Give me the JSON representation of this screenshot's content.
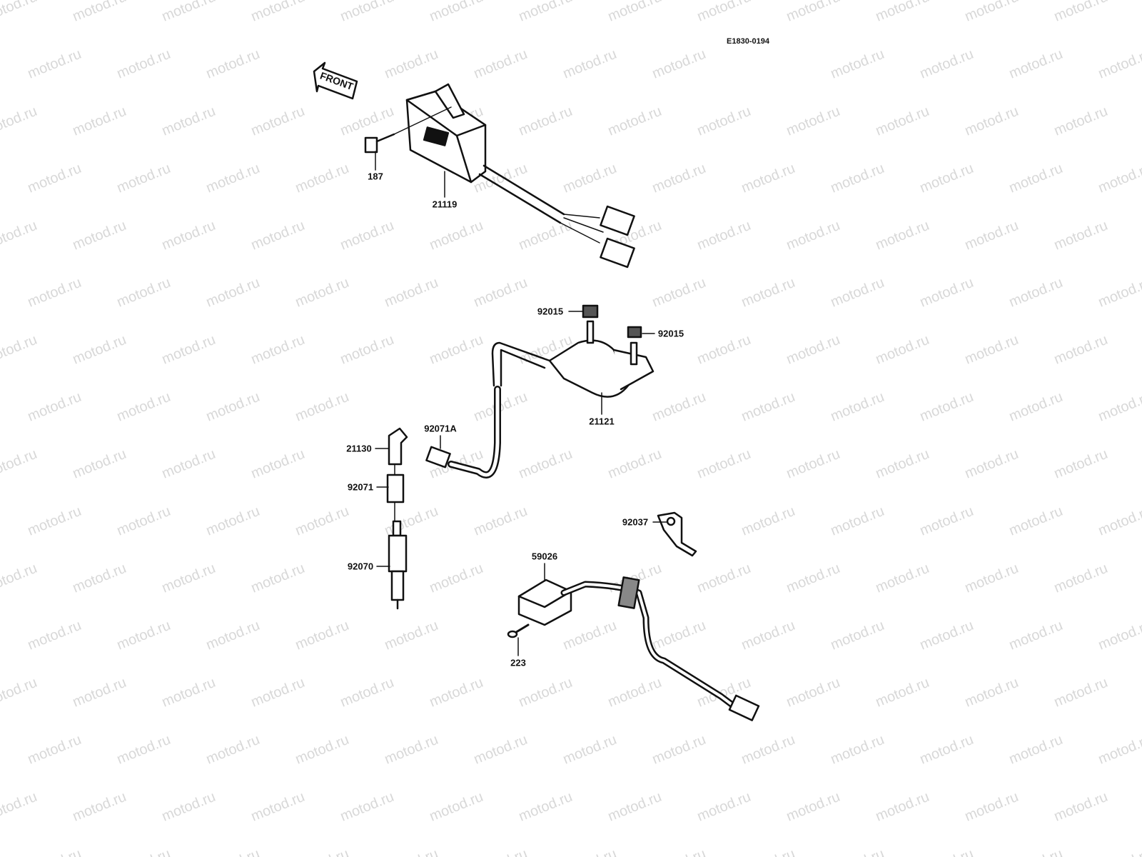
{
  "diagram_code": "E1830-0194",
  "front_marker": "FRONT",
  "watermark": "motod.ru",
  "parts": [
    {
      "id": "187"
    },
    {
      "id": "21119"
    },
    {
      "id": "92015"
    },
    {
      "id": "92015"
    },
    {
      "id": "21121"
    },
    {
      "id": "92071A"
    },
    {
      "id": "21130"
    },
    {
      "id": "92071"
    },
    {
      "id": "92070"
    },
    {
      "id": "92037"
    },
    {
      "id": "59026"
    },
    {
      "id": "223"
    }
  ]
}
